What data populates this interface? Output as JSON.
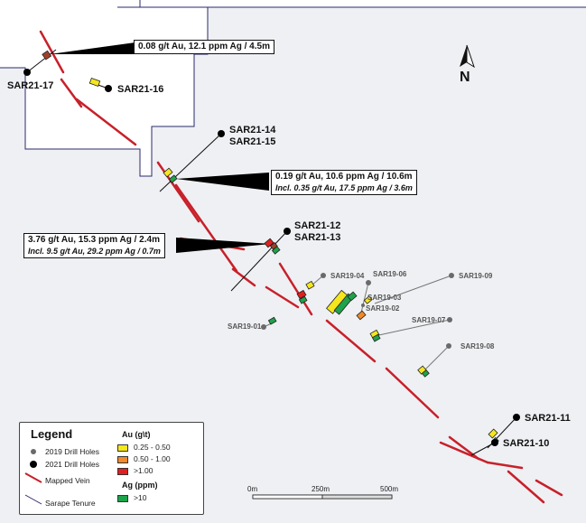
{
  "north_label": "N",
  "drill_holes_2021": [
    {
      "id": "SAR21-17"
    },
    {
      "id": "SAR21-16"
    },
    {
      "id": "SAR21-14"
    },
    {
      "id": "SAR21-15"
    },
    {
      "id": "SAR21-12"
    },
    {
      "id": "SAR21-13"
    },
    {
      "id": "SAR21-11"
    },
    {
      "id": "SAR21-10"
    }
  ],
  "drill_holes_2019": [
    {
      "id": "SAR19-04"
    },
    {
      "id": "SAR19-06"
    },
    {
      "id": "SAR19-09"
    },
    {
      "id": "SAR19-03"
    },
    {
      "id": "SAR19-02"
    },
    {
      "id": "SAR19-01"
    },
    {
      "id": "SAR19-07"
    },
    {
      "id": "SAR19-08"
    }
  ],
  "callouts": [
    {
      "main": "0.08 g/t Au, 12.1 ppm Ag / 4.5m",
      "incl": ""
    },
    {
      "main": "0.19 g/t Au, 10.6 ppm Ag / 10.6m",
      "incl": "Incl. 0.35 g/t Au, 17.5 ppm Ag / 3.6m"
    },
    {
      "main": "3.76 g/t Au, 15.3 ppm Ag / 2.4m",
      "incl": "Incl. 9.5 g/t Au, 29.2 ppm Ag / 0.7m"
    }
  ],
  "legend": {
    "title": "Legend",
    "items": {
      "holes_2019": "2019 Drill Holes",
      "holes_2021": "2021 Drill Holes",
      "vein": "Mapped Vein",
      "tenure": "Sarape Tenure"
    },
    "au_heading": "Au (g\\t)",
    "au_ranges": [
      {
        "label": "0.25 - 0.50",
        "color": "#f5e61e"
      },
      {
        "label": "0.50 - 1.00",
        "color": "#f08a2a"
      },
      {
        "label": ">1.00",
        "color": "#e02020"
      }
    ],
    "ag_heading": "Ag (ppm)",
    "ag_ranges": [
      {
        "label": ">10",
        "color": "#1ea34a"
      }
    ]
  },
  "scale_bar": {
    "labels": [
      "0m",
      "250m",
      "500m"
    ]
  },
  "colors": {
    "vein": "#c8202a",
    "tenure": "#2a2a6e",
    "hole_2021": "#000000",
    "hole_2019": "#6a6a6a",
    "tenure_fill": "#eef0f3"
  }
}
